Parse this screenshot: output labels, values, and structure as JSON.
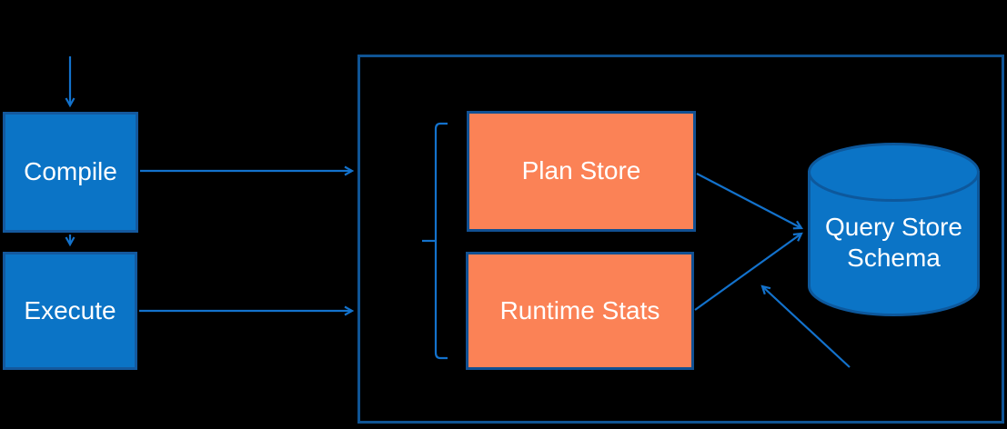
{
  "background_color": "#000000",
  "colors": {
    "process_box_fill": "#0B74C6",
    "process_box_border": "#14599E",
    "store_box_fill": "#FB8256",
    "store_box_border": "#115092",
    "container_border": "#0F5494",
    "arrow": "#1372CC",
    "brace": "#1372CC",
    "cylinder_fill": "#0B74C6",
    "cylinder_border": "#0D589C",
    "label_text": "#FFFFFF"
  },
  "nodes": {
    "compile": {
      "label": "Compile"
    },
    "execute": {
      "label": "Execute"
    },
    "plan_store": {
      "label": "Plan Store"
    },
    "runtime_stats": {
      "label": "Runtime Stats"
    },
    "query_store_schema": {
      "line1": "Query Store",
      "line2": "Schema"
    }
  },
  "connections": [
    {
      "from": "incoming-flow-top",
      "to": "compile",
      "style": "arrow"
    },
    {
      "from": "compile",
      "to": "execute",
      "style": "arrow"
    },
    {
      "from": "compile",
      "to": "query-store-container",
      "style": "arrow"
    },
    {
      "from": "execute",
      "to": "query-store-container",
      "style": "arrow"
    },
    {
      "from": "plan-store",
      "to": "query-store-schema",
      "style": "arrow"
    },
    {
      "from": "runtime-stats",
      "to": "query-store-schema",
      "style": "arrow"
    },
    {
      "from": "external-bottom-right",
      "to": "query-store-schema",
      "style": "arrow"
    }
  ],
  "brace": {
    "groups": [
      "plan-store",
      "runtime-stats"
    ]
  }
}
